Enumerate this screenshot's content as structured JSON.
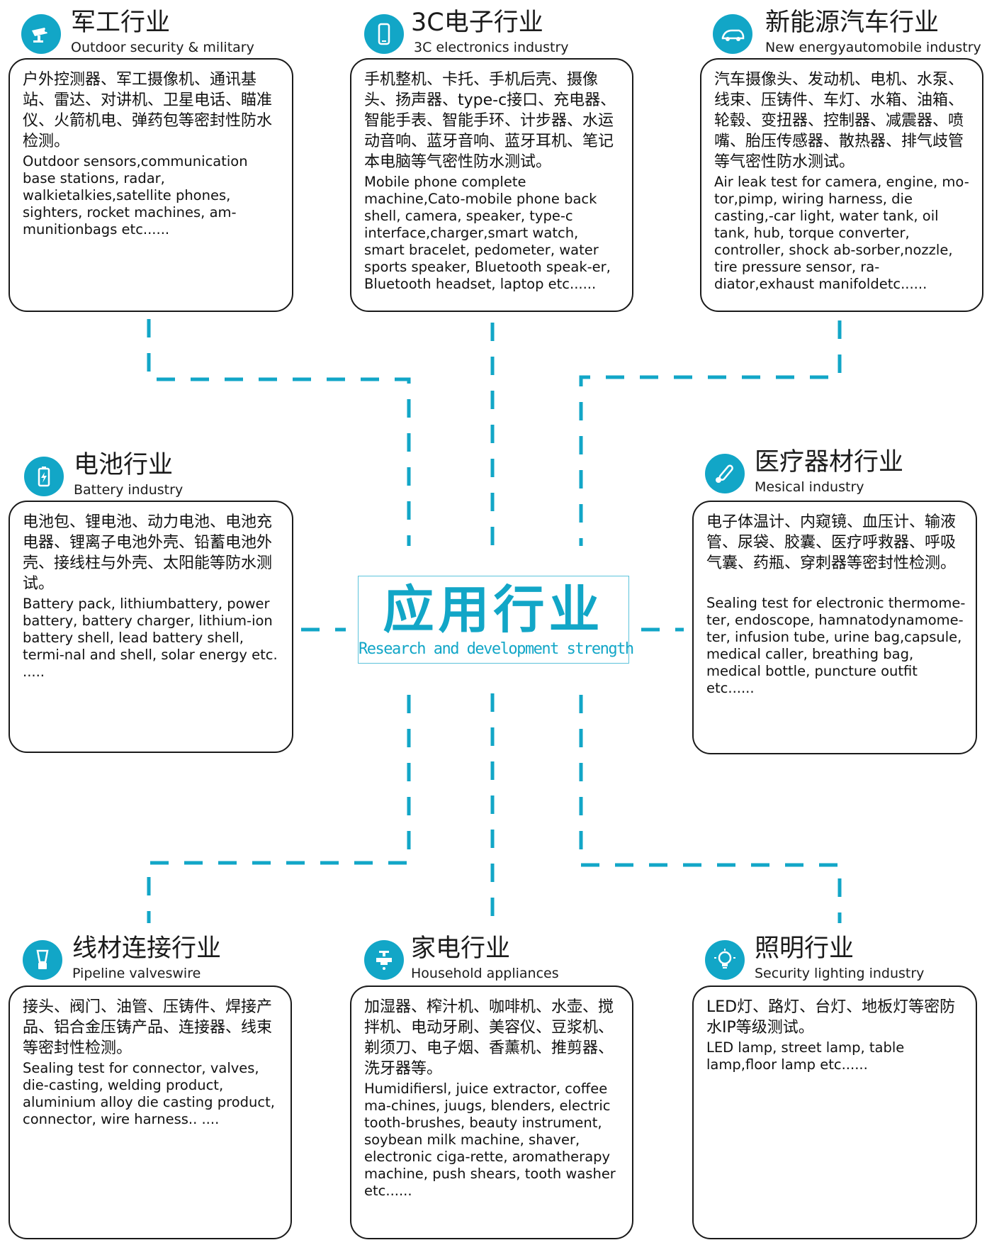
{
  "center": {
    "title": "应用行业",
    "subtitle": "Research and development strength"
  },
  "colors": {
    "accent": "#12a6c7",
    "line": "#12a6c7",
    "border": "#1a1a1a"
  },
  "sections": {
    "military": {
      "icon": "camera-icon",
      "title_cn": "军工行业",
      "title_en": "Outdoor security & military",
      "desc_cn": "户外控测器、军工摄像机、通讯基站、雷达、对讲机、卫星电话、瞄准仪、火箭机电、弹药包等密封性防水检测。",
      "desc_en": "Outdoor sensors,communication base stations, radar, walkietalkies,satellite phones, sighters, rocket machines, am-munitionbags etc......"
    },
    "electronics": {
      "icon": "phone-icon",
      "title_cn": "3C电子行业",
      "title_en": "3C electronics industry",
      "desc_cn": "手机整机、卡托、手机后壳、摄像头、扬声器、type-c接口、充电器、智能手表、智能手环、计步器、水运动音响、蓝牙音响、蓝牙耳机、笔记本电脑等气密性防水测试。",
      "desc_en": "Mobile phone complete machine,Cato-mobile phone back shell, camera, speaker, type-c interface,charger,smart watch, smart bracelet, pedometer, water sports speaker, Bluetooth speak-er, Bluetooth headset, laptop etc......"
    },
    "auto": {
      "icon": "car-icon",
      "title_cn": "新能源汽车行业",
      "title_en": "New energyautomobile industry",
      "desc_cn": "汽车摄像头、发动机、电机、水泵、线束、压铸件、车灯、水箱、油箱、轮毂、变扭器、控制器、减震器、喷嘴、胎压传感器、散热器、排气歧管等气密性防水测试。",
      "desc_en": "Air leak test for camera, engine, mo-tor,pimp, wiring harness, die casting,-car light, water tank, oil tank, hub, torque converter, controller, shock ab-sorber,nozzle, tire pressure sensor, ra-diator,exhaust manifoldetc......"
    },
    "battery": {
      "icon": "battery-icon",
      "title_cn": "电池行业",
      "title_en": "Battery industry",
      "desc_cn": "电池包、锂电池、动力电池、电池充电器、锂离子电池外壳、铅蓄电池外壳、接线柱与外壳、太阳能等防水测试。",
      "desc_en": "Battery pack, lithiumbattery, power battery, battery charger, lithium-ion battery shell, lead battery shell, termi-nal and shell, solar energy etc. ....."
    },
    "medical": {
      "icon": "thermometer-icon",
      "title_cn": "医疗器材行业",
      "title_en": "Mesical industry",
      "desc_cn": "电子体温计、内窥镜、血压计、输液管、尿袋、胶囊、医疗呼救器、呼吸气囊、药瓶、穿刺器等密封性检测。",
      "desc_en": "Sealing test for electronic thermome-ter, endoscope, hamnatodynamome-ter, infusion tube, urine bag,capsule, medical caller, breathing bag, medical bottle, puncture outfit etc......"
    },
    "pipeline": {
      "icon": "blender-icon",
      "title_cn": "线材连接行业",
      "title_en": "Pipeline valveswire",
      "desc_cn": "接头、阀门、油管、压铸件、焊接产品、铝合金压铸产品、连接器、线束等密封性检测。",
      "desc_en": "Sealing test for connector, valves, die-casting, welding product, aluminium alloy die casting product, connector, wire harness.. ...."
    },
    "household": {
      "icon": "faucet-icon",
      "title_cn": "家电行业",
      "title_en": "Household appliances",
      "desc_cn": "加湿器、榨汁机、咖啡机、水壶、搅拌机、电动牙刷、美容仪、豆浆机、剃须刀、电子烟、香薰机、推剪器、洗牙器等。",
      "desc_en": "Humidifiersl, juice extractor, coffee ma-chines, juugs, blenders, electric tooth-brushes, beauty instrument, soybean milk machine, shaver, electronic ciga-rette, aromatherapy machine, push shears, tooth washer etc......"
    },
    "lighting": {
      "icon": "lightbulb-icon",
      "title_cn": "照明行业",
      "title_en": "Security lighting industry",
      "desc_cn": "LED灯、路灯、台灯、地板灯等密防水IP等级测试。",
      "desc_en": "LED lamp, street lamp, table lamp,floor lamp etc......"
    }
  }
}
